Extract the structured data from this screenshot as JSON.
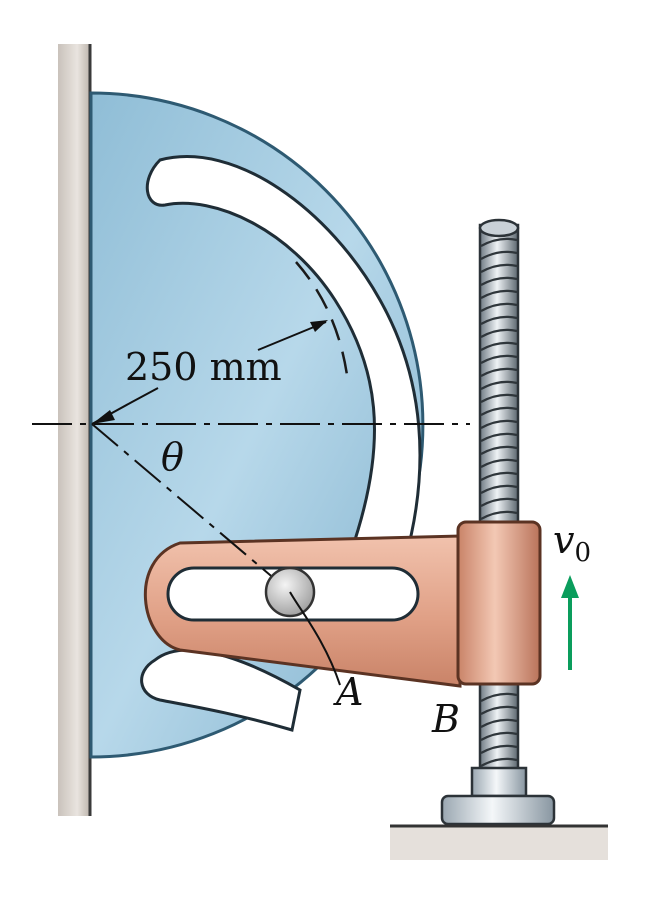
{
  "labels": {
    "dimension": "250 mm",
    "angle": "θ",
    "point_a": "A",
    "point_b": "B",
    "velocity_symbol": "v",
    "velocity_subscript": "0"
  },
  "colors": {
    "disk": "#a9cfe3",
    "disk_edge": "#3b6c86",
    "slotted_link": "#e3a68d",
    "link_edge": "#6b3d2a",
    "wall": "#d8d2cc",
    "velocity_arrow": "#0a9d5c"
  }
}
